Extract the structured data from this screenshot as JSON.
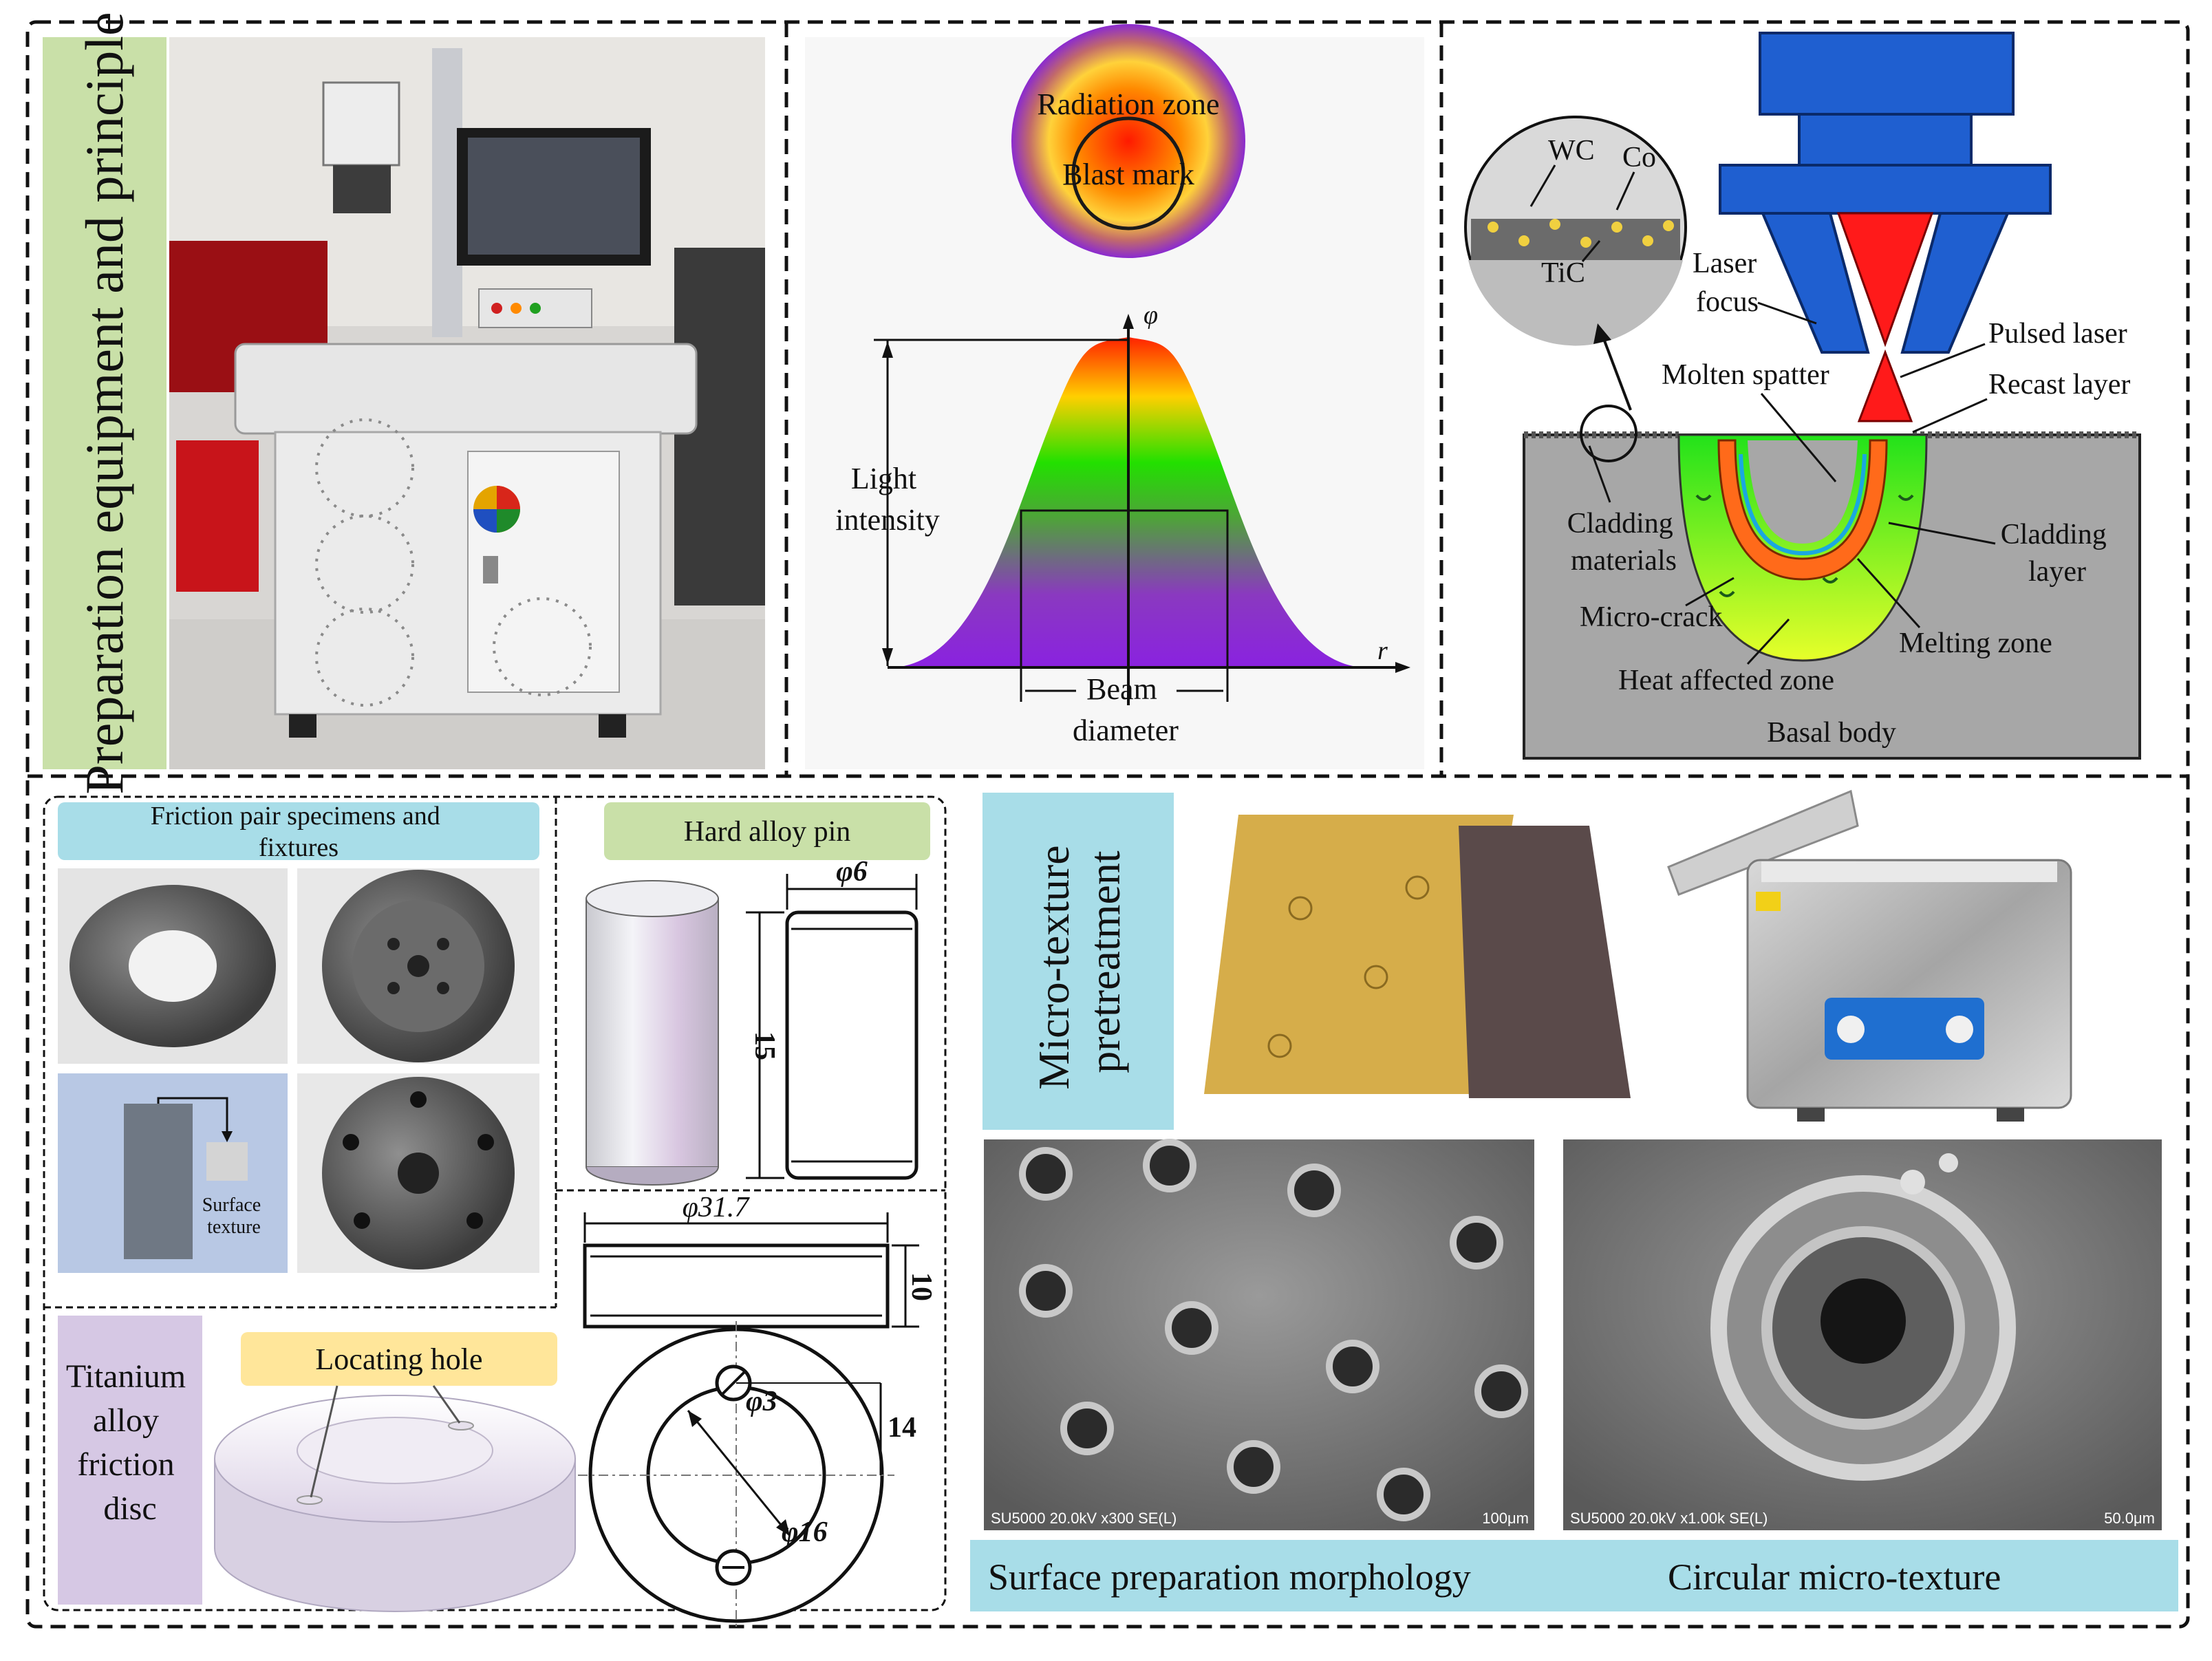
{
  "colors": {
    "panel_label_green": "#c9e0a8",
    "panel_label_blue": "#a8dde8",
    "panel_label_purple": "#d6c8e4",
    "panel_label_yellow": "#ffe69a",
    "laser_blue": "#1f5fd0",
    "laser_red": "#ff1a1a",
    "recast_orange": "#ff6a1a",
    "melt_green": "#2fdc1a",
    "basal_gray": "#a7a7a7"
  },
  "top_left": {
    "title": "Preparation equipment and principle"
  },
  "beam": {
    "radiation_zone": "Radiation zone",
    "blast_mark": "Blast mark",
    "axis_y": "φ",
    "axis_x": "r",
    "light_intensity": [
      "Light",
      "intensity"
    ],
    "beam_diameter": [
      "Beam",
      "diameter"
    ]
  },
  "schematic": {
    "wc": "WC",
    "co": "Co",
    "tic": "TiC",
    "laser_focus": [
      "Laser",
      "focus"
    ],
    "pulsed_laser": "Pulsed laser",
    "molten_spatter": "Molten spatter",
    "recast_layer": "Recast layer",
    "cladding_materials": [
      "Cladding",
      "materials"
    ],
    "cladding_layer": [
      "Cladding",
      "layer"
    ],
    "micro_crack": "Micro-crack",
    "melting_zone": "Melting zone",
    "heat_affected_zone": "Heat affected zone",
    "basal_body": "Basal body"
  },
  "specimens": {
    "title": [
      "Friction pair specimens and",
      "fixtures"
    ],
    "surface_texture": [
      "Surface",
      "texture"
    ]
  },
  "pin": {
    "title": "Hard alloy pin",
    "diameter": "φ6",
    "length": "15"
  },
  "disc_drawing": {
    "outer_diameter": "φ31.7",
    "thickness": "10",
    "hole_diameter": "φ3",
    "distance": "14",
    "inner_diameter": "φ16"
  },
  "disc": {
    "label": [
      "Titanium",
      "alloy",
      "friction",
      "disc"
    ],
    "locating_hole": "Locating hole"
  },
  "pretreatment": {
    "title": [
      "Micro-texture",
      "pretreatment"
    ]
  },
  "sem": {
    "left_info": "SU5000 20.0kV x300 SE(L)",
    "left_scale": "100μm",
    "right_info": "SU5000 20.0kV x1.00k SE(L)",
    "right_scale": "50.0μm"
  },
  "captions": {
    "morphology": "Surface preparation morphology",
    "circular": "Circular micro-texture"
  }
}
